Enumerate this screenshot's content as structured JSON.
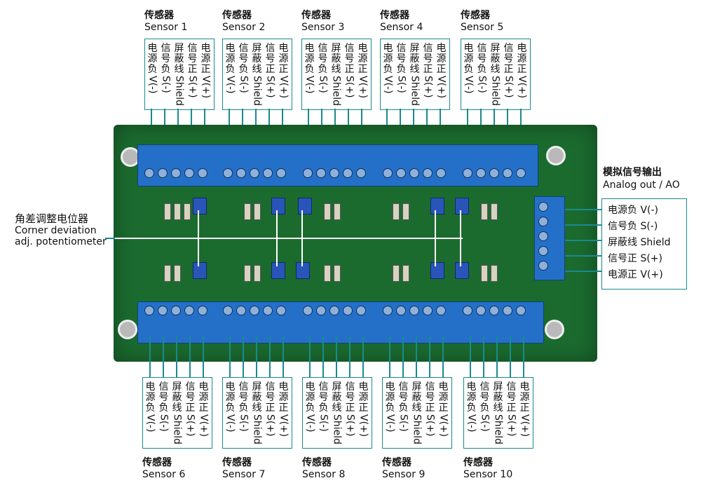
{
  "sensors_top": [
    {
      "title": "传感器",
      "name": "Sensor 1"
    },
    {
      "title": "传感器",
      "name": "Sensor 2"
    },
    {
      "title": "传感器",
      "name": "Sensor 3"
    },
    {
      "title": "传感器",
      "name": "Sensor 4"
    },
    {
      "title": "传感器",
      "name": "Sensor 5"
    }
  ],
  "sensors_bottom": [
    {
      "title": "传感器",
      "name": "Sensor 6"
    },
    {
      "title": "传感器",
      "name": "Sensor 7"
    },
    {
      "title": "传感器",
      "name": "Sensor 8"
    },
    {
      "title": "传感器",
      "name": "Sensor 9"
    },
    {
      "title": "传感器",
      "name": "Sensor 10"
    }
  ],
  "wires": [
    {
      "zh": "电源负",
      "en": "V(-)"
    },
    {
      "zh": "信号负",
      "en": "S(-)"
    },
    {
      "zh": "屏蔽线",
      "en": "Shield"
    },
    {
      "zh": "信号正",
      "en": "S(+)"
    },
    {
      "zh": "电源正",
      "en": "V(+)"
    }
  ],
  "potentiometer_label": {
    "zh": "角差调整电位器",
    "en_line1": "Corner deviation",
    "en_line2": "adj. potentiometer"
  },
  "analog_out": {
    "title_zh": "模拟信号输出",
    "title_en": "Analog out / AO",
    "lines": [
      "电源负 V(-)",
      "信号负 S(-)",
      "屏蔽线 Shield",
      "信号正 S(+)",
      "电源正 V(+)"
    ]
  },
  "colors": {
    "teal": "#1a8a8f",
    "board": "#1b6b2f",
    "terminal": "#2470c8"
  }
}
